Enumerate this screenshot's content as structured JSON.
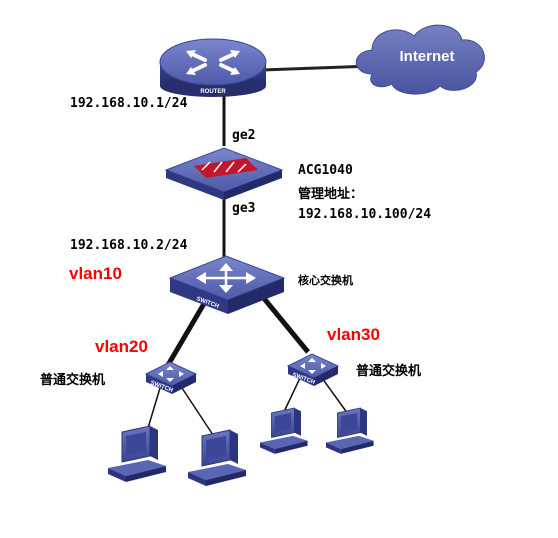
{
  "cloud": {
    "label": "Internet"
  },
  "router": {
    "badge": "ROUTER",
    "ip": "192.168.10.1/24"
  },
  "firewall": {
    "port_up": "ge2",
    "port_down": "ge3",
    "name": "ACG1040",
    "mgmt_label": "管理地址：",
    "mgmt_ip": "192.168.10.100/24"
  },
  "core_switch": {
    "badge": "SWITCH",
    "ip": "192.168.10.2/24",
    "name": "核心交换机",
    "vlan": "vlan10"
  },
  "left_switch": {
    "badge": "SWITCH",
    "vlan": "vlan20",
    "name": "普通交换机"
  },
  "right_switch": {
    "badge": "SWITCH",
    "vlan": "vlan30",
    "name": "普通交换机"
  },
  "colors": {
    "device_blue": "#4a56a6",
    "device_dark": "#2c3580",
    "cloud": "#5c67ad",
    "vlan_red": "#ff0000",
    "firewall_red": "#c0182a"
  }
}
